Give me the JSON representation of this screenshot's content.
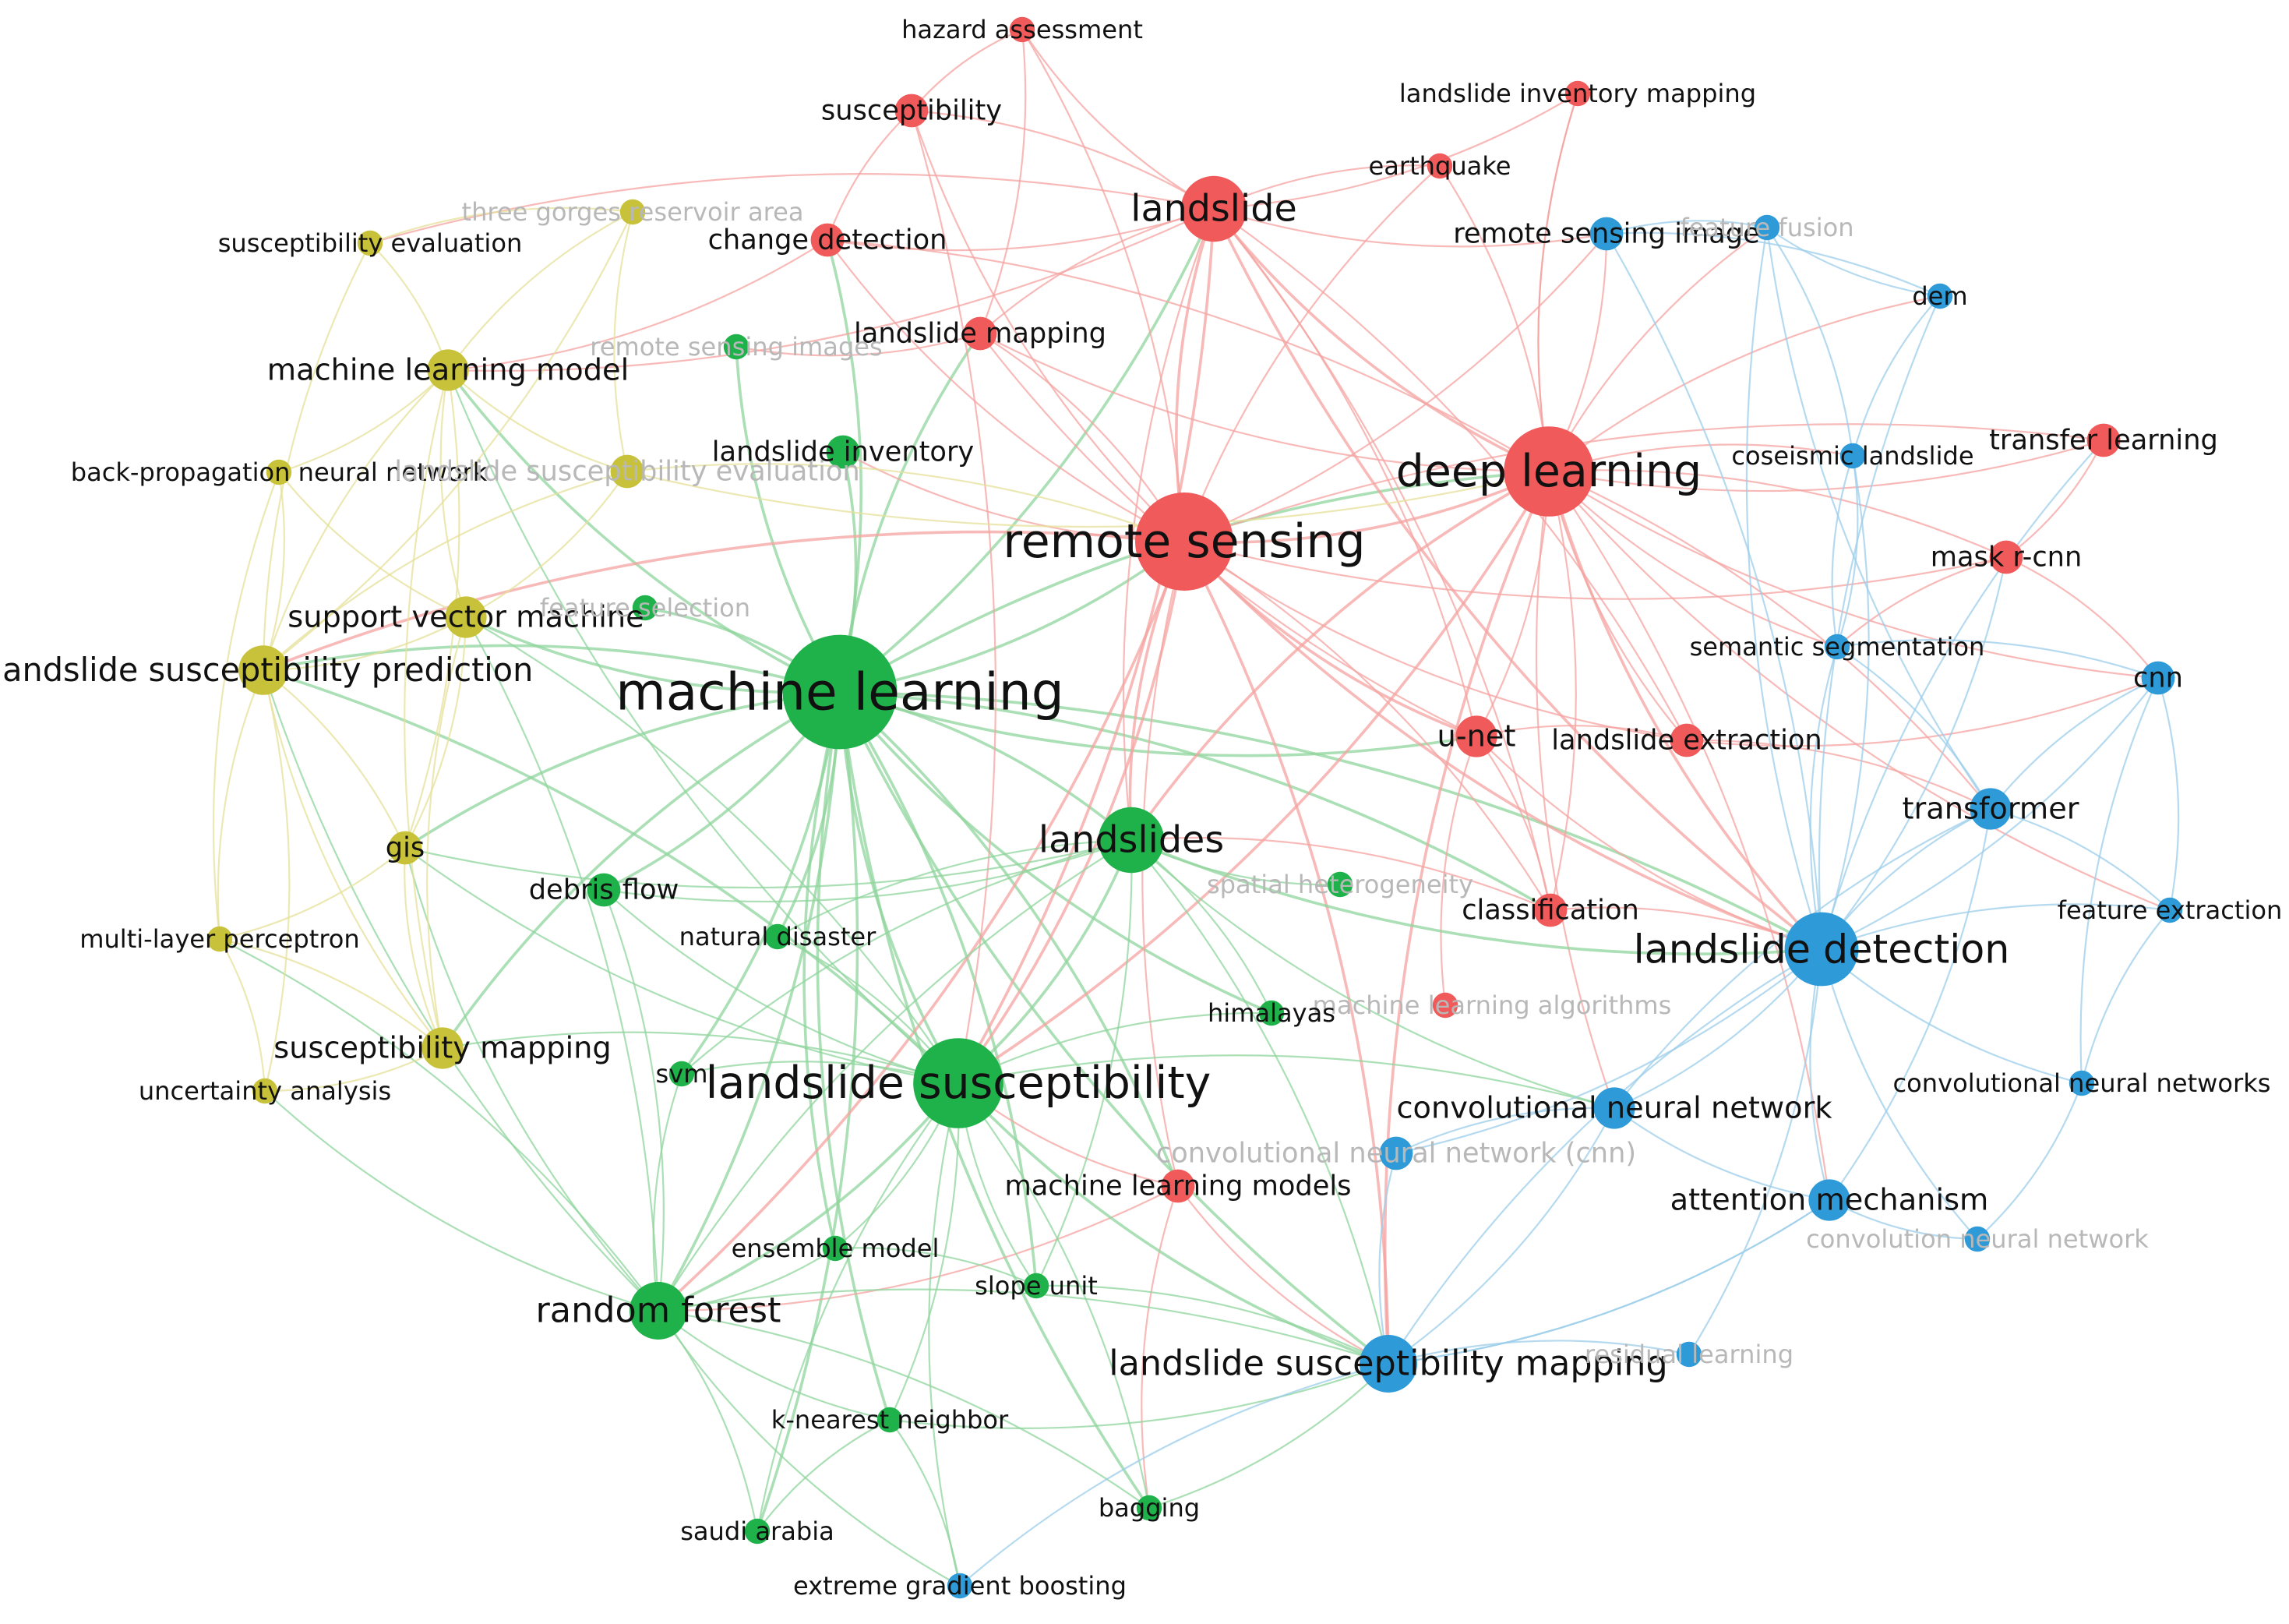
{
  "cluster_colors": {
    "red": "#f05a5a",
    "green": "#1fb24a",
    "yellow": "#c8c23a",
    "blue": "#2f9ad8"
  },
  "edge_colors": {
    "red": "#f4a3a0",
    "green": "#8fd49c",
    "yellow": "#e5e09a",
    "blue": "#9ccdea"
  },
  "nodes": [
    {
      "id": "hazard",
      "label": "hazard assessment",
      "cluster": "red",
      "weight": 1
    },
    {
      "id": "susceptibility",
      "label": "susceptibility",
      "cluster": "red",
      "weight": 2
    },
    {
      "id": "lim",
      "label": "landslide inventory mapping",
      "cluster": "red",
      "weight": 1
    },
    {
      "id": "earthquake",
      "label": "earthquake",
      "cluster": "red",
      "weight": 1
    },
    {
      "id": "landslide",
      "label": "landslide",
      "cluster": "red",
      "weight": 6
    },
    {
      "id": "changedet",
      "label": "change detection",
      "cluster": "red",
      "weight": 2
    },
    {
      "id": "lmapping",
      "label": "landslide mapping",
      "cluster": "red",
      "weight": 2
    },
    {
      "id": "deeplearning",
      "label": "deep learning",
      "cluster": "red",
      "weight": 9
    },
    {
      "id": "remotesensing",
      "label": "remote sensing",
      "cluster": "red",
      "weight": 10
    },
    {
      "id": "transfer",
      "label": "transfer learning",
      "cluster": "red",
      "weight": 2
    },
    {
      "id": "maskrcnn",
      "label": "mask r-cnn",
      "cluster": "red",
      "weight": 2
    },
    {
      "id": "unet",
      "label": "u-net",
      "cluster": "red",
      "weight": 3
    },
    {
      "id": "lextraction",
      "label": "landslide extraction",
      "cluster": "red",
      "weight": 2
    },
    {
      "id": "classification",
      "label": "classification",
      "cluster": "red",
      "weight": 2
    },
    {
      "id": "mlalgorithms",
      "label": "machine learning algorithms",
      "cluster": "red",
      "weight": 1,
      "faint": true
    },
    {
      "id": "mlmodels",
      "label": "machine learning models",
      "cluster": "red",
      "weight": 2
    },
    {
      "id": "threegorges",
      "label": "three gorges reservoir area",
      "cluster": "yellow",
      "weight": 1,
      "faint": true
    },
    {
      "id": "suseval",
      "label": "susceptibility evaluation",
      "cluster": "yellow",
      "weight": 1
    },
    {
      "id": "mlmodel",
      "label": "machine learning model",
      "cluster": "yellow",
      "weight": 3
    },
    {
      "id": "bpnn",
      "label": "back-propagation neural network",
      "cluster": "yellow",
      "weight": 1
    },
    {
      "id": "lsevaluation",
      "label": "landslide susceptibility evaluation",
      "cluster": "yellow",
      "weight": 2,
      "faint": true
    },
    {
      "id": "svm_machine",
      "label": "support vector machine",
      "cluster": "yellow",
      "weight": 3
    },
    {
      "id": "lsprediction",
      "label": "landslide susceptibility prediction",
      "cluster": "yellow",
      "weight": 4
    },
    {
      "id": "gis",
      "label": "gis",
      "cluster": "yellow",
      "weight": 2
    },
    {
      "id": "mlp",
      "label": "multi-layer perceptron",
      "cluster": "yellow",
      "weight": 1
    },
    {
      "id": "susmapping",
      "label": "susceptibility mapping",
      "cluster": "yellow",
      "weight": 3
    },
    {
      "id": "uncertainty",
      "label": "uncertainty analysis",
      "cluster": "yellow",
      "weight": 1
    },
    {
      "id": "rsimages",
      "label": "remote sensing images",
      "cluster": "green",
      "weight": 1,
      "faint": true
    },
    {
      "id": "linventory",
      "label": "landslide inventory",
      "cluster": "green",
      "weight": 2
    },
    {
      "id": "featureselection",
      "label": "feature selection",
      "cluster": "green",
      "weight": 1,
      "faint": true
    },
    {
      "id": "machinelearning",
      "label": "machine learning",
      "cluster": "green",
      "weight": 12
    },
    {
      "id": "landslides",
      "label": "landslides",
      "cluster": "green",
      "weight": 6
    },
    {
      "id": "spatialhet",
      "label": "spatial heterogeneity",
      "cluster": "green",
      "weight": 1,
      "faint": true
    },
    {
      "id": "debrisflow",
      "label": "debris flow",
      "cluster": "green",
      "weight": 2
    },
    {
      "id": "naturaldisaster",
      "label": "natural disaster",
      "cluster": "green",
      "weight": 1
    },
    {
      "id": "himalayas",
      "label": "himalayas",
      "cluster": "green",
      "weight": 1
    },
    {
      "id": "svm",
      "label": "svm",
      "cluster": "green",
      "weight": 1
    },
    {
      "id": "lsusceptibility",
      "label": "landslide susceptibility",
      "cluster": "green",
      "weight": 9
    },
    {
      "id": "ensemble",
      "label": "ensemble model",
      "cluster": "green",
      "weight": 1
    },
    {
      "id": "slopeunit",
      "label": "slope unit",
      "cluster": "green",
      "weight": 1
    },
    {
      "id": "randomforest",
      "label": "random forest",
      "cluster": "green",
      "weight": 5
    },
    {
      "id": "knn",
      "label": "k-nearest neighbor",
      "cluster": "green",
      "weight": 1
    },
    {
      "id": "saudi",
      "label": "saudi arabia",
      "cluster": "green",
      "weight": 1
    },
    {
      "id": "bagging",
      "label": "bagging",
      "cluster": "green",
      "weight": 1
    },
    {
      "id": "xgb",
      "label": "extreme gradient boosting",
      "cluster": "blue",
      "weight": 1
    },
    {
      "id": "rsimage",
      "label": "remote sensing image",
      "cluster": "blue",
      "weight": 2
    },
    {
      "id": "featurefusion",
      "label": "feature fusion",
      "cluster": "blue",
      "weight": 1,
      "faint": true
    },
    {
      "id": "dem",
      "label": "dem",
      "cluster": "blue",
      "weight": 1
    },
    {
      "id": "coseismic",
      "label": "coseismic landslide",
      "cluster": "blue",
      "weight": 1
    },
    {
      "id": "semseg",
      "label": "semantic segmentation",
      "cluster": "blue",
      "weight": 1
    },
    {
      "id": "cnn",
      "label": "cnn",
      "cluster": "blue",
      "weight": 2
    },
    {
      "id": "transformer",
      "label": "transformer",
      "cluster": "blue",
      "weight": 3
    },
    {
      "id": "featureextraction",
      "label": "feature extraction",
      "cluster": "blue",
      "weight": 1
    },
    {
      "id": "ldetection",
      "label": "landslide detection",
      "cluster": "blue",
      "weight": 7
    },
    {
      "id": "cnns",
      "label": "convolutional neural networks",
      "cluster": "blue",
      "weight": 1
    },
    {
      "id": "convnn",
      "label": "convolutional neural network",
      "cluster": "blue",
      "weight": 3
    },
    {
      "id": "cnncnn",
      "label": "convolutional neural network (cnn)",
      "cluster": "blue",
      "weight": 2,
      "faint": true
    },
    {
      "id": "attention",
      "label": "attention mechanism",
      "cluster": "blue",
      "weight": 3
    },
    {
      "id": "convolutionnn",
      "label": "convolution neural network",
      "cluster": "blue",
      "weight": 1,
      "faint": true
    },
    {
      "id": "lsmapping",
      "label": "landslide susceptibility mapping",
      "cluster": "blue",
      "weight": 5
    },
    {
      "id": "residual",
      "label": "residual learning",
      "cluster": "blue",
      "weight": 1,
      "faint": true
    }
  ],
  "links": [
    [
      "machinelearning",
      "remotesensing"
    ],
    [
      "machinelearning",
      "deeplearning"
    ],
    [
      "machinelearning",
      "landslide"
    ],
    [
      "machinelearning",
      "landslides"
    ],
    [
      "machinelearning",
      "lsusceptibility"
    ],
    [
      "machinelearning",
      "randomforest"
    ],
    [
      "machinelearning",
      "lsprediction"
    ],
    [
      "machinelearning",
      "svm_machine"
    ],
    [
      "machinelearning",
      "gis"
    ],
    [
      "machinelearning",
      "debrisflow"
    ],
    [
      "machinelearning",
      "linventory"
    ],
    [
      "machinelearning",
      "mlmodel"
    ],
    [
      "machinelearning",
      "lsmapping"
    ],
    [
      "machinelearning",
      "ldetection"
    ],
    [
      "machinelearning",
      "changedet"
    ],
    [
      "machinelearning",
      "lmapping"
    ],
    [
      "machinelearning",
      "susmapping"
    ],
    [
      "machinelearning",
      "naturaldisaster"
    ],
    [
      "machinelearning",
      "himalayas"
    ],
    [
      "machinelearning",
      "svm"
    ],
    [
      "machinelearning",
      "ensemble"
    ],
    [
      "machinelearning",
      "slopeunit"
    ],
    [
      "machinelearning",
      "knn"
    ],
    [
      "machinelearning",
      "saudi"
    ],
    [
      "machinelearning",
      "bagging"
    ],
    [
      "machinelearning",
      "rsimages"
    ],
    [
      "machinelearning",
      "featureselection"
    ],
    [
      "machinelearning",
      "classification"
    ],
    [
      "machinelearning",
      "unet"
    ],
    [
      "machinelearning",
      "mlmodels"
    ],
    [
      "remotesensing",
      "deeplearning"
    ],
    [
      "remotesensing",
      "landslide"
    ],
    [
      "remotesensing",
      "landslides"
    ],
    [
      "remotesensing",
      "lsusceptibility"
    ],
    [
      "remotesensing",
      "ldetection"
    ],
    [
      "remotesensing",
      "changedet"
    ],
    [
      "remotesensing",
      "lmapping"
    ],
    [
      "remotesensing",
      "susceptibility"
    ],
    [
      "remotesensing",
      "hazard"
    ],
    [
      "remotesensing",
      "earthquake"
    ],
    [
      "remotesensing",
      "unet"
    ],
    [
      "remotesensing",
      "classification"
    ],
    [
      "remotesensing",
      "lextraction"
    ],
    [
      "remotesensing",
      "randomforest"
    ],
    [
      "remotesensing",
      "mlmodels"
    ],
    [
      "remotesensing",
      "lsmapping"
    ],
    [
      "remotesensing",
      "rsimage"
    ],
    [
      "remotesensing",
      "transfer"
    ],
    [
      "remotesensing",
      "maskrcnn"
    ],
    [
      "remotesensing",
      "linventory"
    ],
    [
      "remotesensing",
      "lsprediction"
    ],
    [
      "deeplearning",
      "landslide"
    ],
    [
      "deeplearning",
      "ldetection"
    ],
    [
      "deeplearning",
      "unet"
    ],
    [
      "deeplearning",
      "transfer"
    ],
    [
      "deeplearning",
      "maskrcnn"
    ],
    [
      "deeplearning",
      "cnn"
    ],
    [
      "deeplearning",
      "transformer"
    ],
    [
      "deeplearning",
      "semseg"
    ],
    [
      "deeplearning",
      "coseismic"
    ],
    [
      "deeplearning",
      "rsimage"
    ],
    [
      "deeplearning",
      "dem"
    ],
    [
      "deeplearning",
      "convnn"
    ],
    [
      "deeplearning",
      "attention"
    ],
    [
      "deeplearning",
      "lextraction"
    ],
    [
      "deeplearning",
      "classification"
    ],
    [
      "deeplearning",
      "lsmapping"
    ],
    [
      "deeplearning",
      "lsusceptibility"
    ],
    [
      "deeplearning",
      "landslides"
    ],
    [
      "deeplearning",
      "lim"
    ],
    [
      "deeplearning",
      "earthquake"
    ],
    [
      "deeplearning",
      "featurefusion"
    ],
    [
      "deeplearning",
      "featureextraction"
    ],
    [
      "deeplearning",
      "lmapping"
    ],
    [
      "deeplearning",
      "changedet"
    ],
    [
      "landslide",
      "hazard"
    ],
    [
      "landslide",
      "susceptibility"
    ],
    [
      "landslide",
      "earthquake"
    ],
    [
      "landslide",
      "lim"
    ],
    [
      "landslide",
      "changedet"
    ],
    [
      "landslide",
      "lmapping"
    ],
    [
      "landslide",
      "lsusceptibility"
    ],
    [
      "landslide",
      "landslides"
    ],
    [
      "landslide",
      "unet"
    ],
    [
      "landslide",
      "rsimage"
    ],
    [
      "landslide",
      "classification"
    ],
    [
      "landslide",
      "ldetection"
    ],
    [
      "landslide",
      "mlmodel"
    ],
    [
      "landslide",
      "suseval"
    ],
    [
      "landslide",
      "lextraction"
    ],
    [
      "hazard",
      "susceptibility"
    ],
    [
      "hazard",
      "lmapping"
    ],
    [
      "susceptibility",
      "changedet"
    ],
    [
      "susceptibility",
      "lsusceptibility"
    ],
    [
      "lim",
      "deeplearning"
    ],
    [
      "changedet",
      "mlmodel"
    ],
    [
      "lmapping",
      "unet"
    ],
    [
      "lmapping",
      "rsimages"
    ],
    [
      "maskrcnn",
      "transfer"
    ],
    [
      "maskrcnn",
      "cnn"
    ],
    [
      "maskrcnn",
      "semseg"
    ],
    [
      "unet",
      "lextraction"
    ],
    [
      "unet",
      "ldetection"
    ],
    [
      "unet",
      "classification"
    ],
    [
      "unet",
      "mlalgorithms"
    ],
    [
      "classification",
      "ldetection"
    ],
    [
      "classification",
      "landslides"
    ],
    [
      "mlmodels",
      "lsusceptibility"
    ],
    [
      "mlmodels",
      "lsmapping"
    ],
    [
      "mlmodels",
      "randomforest"
    ],
    [
      "mlmodels",
      "bagging"
    ],
    [
      "lextraction",
      "transformer"
    ],
    [
      "lextraction",
      "cnn"
    ],
    [
      "landslides",
      "lsusceptibility"
    ],
    [
      "landslides",
      "randomforest"
    ],
    [
      "landslides",
      "lsmapping"
    ],
    [
      "landslides",
      "ldetection"
    ],
    [
      "landslides",
      "himalayas"
    ],
    [
      "landslides",
      "spatialhet"
    ],
    [
      "landslides",
      "debrisflow"
    ],
    [
      "landslides",
      "naturaldisaster"
    ],
    [
      "landslides",
      "slopeunit"
    ],
    [
      "landslides",
      "svm"
    ],
    [
      "landslides",
      "gis"
    ],
    [
      "landslides",
      "convnn"
    ],
    [
      "lsusceptibility",
      "randomforest"
    ],
    [
      "lsusceptibility",
      "lsprediction"
    ],
    [
      "lsusceptibility",
      "gis"
    ],
    [
      "lsusceptibility",
      "svm_machine"
    ],
    [
      "lsusceptibility",
      "ensemble"
    ],
    [
      "lsusceptibility",
      "slopeunit"
    ],
    [
      "lsusceptibility",
      "knn"
    ],
    [
      "lsusceptibility",
      "saudi"
    ],
    [
      "lsusceptibility",
      "bagging"
    ],
    [
      "lsusceptibility",
      "svm"
    ],
    [
      "lsusceptibility",
      "debrisflow"
    ],
    [
      "lsusceptibility",
      "naturaldisaster"
    ],
    [
      "lsusceptibility",
      "himalayas"
    ],
    [
      "lsusceptibility",
      "lsmapping"
    ],
    [
      "lsusceptibility",
      "mlmodel"
    ],
    [
      "lsusceptibility",
      "susmapping"
    ],
    [
      "lsusceptibility",
      "convnn"
    ],
    [
      "lsusceptibility",
      "xgb"
    ],
    [
      "randomforest",
      "svm"
    ],
    [
      "randomforest",
      "knn"
    ],
    [
      "randomforest",
      "saudi"
    ],
    [
      "randomforest",
      "ensemble"
    ],
    [
      "randomforest",
      "lsmapping"
    ],
    [
      "randomforest",
      "debrisflow"
    ],
    [
      "randomforest",
      "gis"
    ],
    [
      "randomforest",
      "svm_machine"
    ],
    [
      "randomforest",
      "lsprediction"
    ],
    [
      "randomforest",
      "xgb"
    ],
    [
      "randomforest",
      "bagging"
    ],
    [
      "randomforest",
      "mlp"
    ],
    [
      "randomforest",
      "uncertainty"
    ],
    [
      "knn",
      "saudi"
    ],
    [
      "knn",
      "xgb"
    ],
    [
      "knn",
      "lsmapping"
    ],
    [
      "ensemble",
      "slopeunit"
    ],
    [
      "bagging",
      "lsmapping"
    ],
    [
      "slopeunit",
      "lsmapping"
    ],
    [
      "lsprediction",
      "svm_machine"
    ],
    [
      "lsprediction",
      "mlmodel"
    ],
    [
      "lsprediction",
      "bpnn"
    ],
    [
      "lsprediction",
      "gis"
    ],
    [
      "lsprediction",
      "mlp"
    ],
    [
      "lsprediction",
      "uncertainty"
    ],
    [
      "lsprediction",
      "susmapping"
    ],
    [
      "lsprediction",
      "suseval"
    ],
    [
      "lsprediction",
      "threegorges"
    ],
    [
      "lsprediction",
      "lsevaluation"
    ],
    [
      "mlmodel",
      "suseval"
    ],
    [
      "mlmodel",
      "bpnn"
    ],
    [
      "mlmodel",
      "svm_machine"
    ],
    [
      "mlmodel",
      "threegorges"
    ],
    [
      "mlmodel",
      "lsevaluation"
    ],
    [
      "mlmodel",
      "gis"
    ],
    [
      "mlmodel",
      "susmapping"
    ],
    [
      "svm_machine",
      "gis"
    ],
    [
      "svm_machine",
      "susmapping"
    ],
    [
      "svm_machine",
      "bpnn"
    ],
    [
      "svm_machine",
      "lsevaluation"
    ],
    [
      "gis",
      "mlp"
    ],
    [
      "gis",
      "susmapping"
    ],
    [
      "susmapping",
      "uncertainty"
    ],
    [
      "susmapping",
      "mlp"
    ],
    [
      "mlp",
      "uncertainty"
    ],
    [
      "bpnn",
      "mlp"
    ],
    [
      "suseval",
      "threegorges"
    ],
    [
      "threegorges",
      "lsevaluation"
    ],
    [
      "lsevaluation",
      "remotesensing"
    ],
    [
      "lsevaluation",
      "deeplearning"
    ],
    [
      "ldetection",
      "transformer"
    ],
    [
      "ldetection",
      "cnn"
    ],
    [
      "ldetection",
      "featureextraction"
    ],
    [
      "ldetection",
      "cnns"
    ],
    [
      "ldetection",
      "convnn"
    ],
    [
      "ldetection",
      "attention"
    ],
    [
      "ldetection",
      "semseg"
    ],
    [
      "ldetection",
      "coseismic"
    ],
    [
      "ldetection",
      "dem"
    ],
    [
      "ldetection",
      "rsimage"
    ],
    [
      "ldetection",
      "featurefusion"
    ],
    [
      "ldetection",
      "lsmapping"
    ],
    [
      "ldetection",
      "cnncnn"
    ],
    [
      "ldetection",
      "convolutionnn"
    ],
    [
      "ldetection",
      "residual"
    ],
    [
      "ldetection",
      "maskrcnn"
    ],
    [
      "ldetection",
      "transfer"
    ],
    [
      "convnn",
      "attention"
    ],
    [
      "convnn",
      "lsmapping"
    ],
    [
      "convnn",
      "cnncnn"
    ],
    [
      "convnn",
      "transformer"
    ],
    [
      "attention",
      "convolutionnn"
    ],
    [
      "attention",
      "lsmapping"
    ],
    [
      "attention",
      "transformer"
    ],
    [
      "lsmapping",
      "residual"
    ],
    [
      "lsmapping",
      "xgb"
    ],
    [
      "lsmapping",
      "cnncnn"
    ],
    [
      "lsmapping",
      "attention"
    ],
    [
      "transformer",
      "cnn"
    ],
    [
      "transformer",
      "semseg"
    ],
    [
      "transformer",
      "featureextraction"
    ],
    [
      "cnn",
      "semseg"
    ],
    [
      "cnn",
      "featureextraction"
    ],
    [
      "cnn",
      "cnns"
    ],
    [
      "coseismic",
      "dem"
    ],
    [
      "coseismic",
      "semseg"
    ],
    [
      "rsimage",
      "featurefusion"
    ],
    [
      "featurefusion",
      "dem"
    ],
    [
      "featurefusion",
      "coseismic"
    ],
    [
      "semseg",
      "coseismic"
    ],
    [
      "cnns",
      "featureextraction"
    ],
    [
      "convolutionnn",
      "cnns"
    ],
    [
      "rsimage",
      "dem"
    ],
    [
      "featurefusion",
      "transformer"
    ]
  ]
}
